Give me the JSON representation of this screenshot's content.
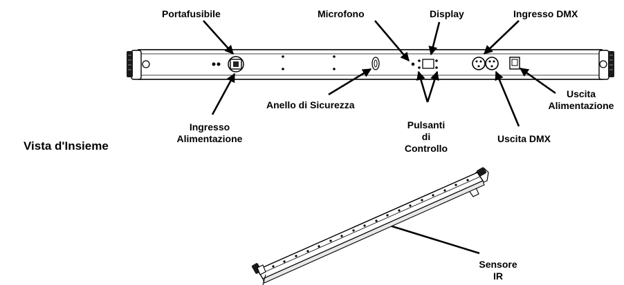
{
  "title": "Vista d'Insieme",
  "labels": {
    "portafusibile": "Portafusibile",
    "microfono": "Microfono",
    "display": "Display",
    "ingresso_dmx": "Ingresso DMX",
    "anello": "Anello di Sicurezza",
    "ingresso_alim": [
      "Ingresso",
      "Alimentazione"
    ],
    "pulsanti": [
      "Pulsanti",
      "di",
      "Controllo"
    ],
    "uscita_alim": [
      "Uscita",
      "Alimentazione"
    ],
    "uscita_dmx": "Uscita DMX",
    "sensore": [
      "Sensore",
      "IR"
    ]
  }
}
